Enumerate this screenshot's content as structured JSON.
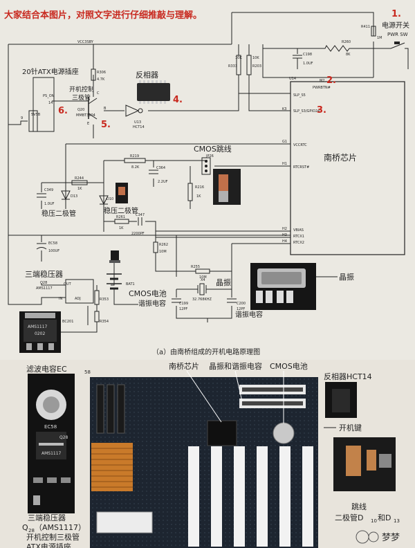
{
  "header": {
    "instruction": "大家结合本图片，对照文字进行仔细推敲与理解。"
  },
  "markers": {
    "m1": "1.",
    "m2": "2.",
    "m3": "3.",
    "m4": "4.",
    "m5": "5.",
    "m6": "6."
  },
  "schematic": {
    "power_switch_label": "电源开关",
    "pwr_sw": "PWR SW",
    "vcc": "VCC3SBY",
    "atx_label": "20针ATX电源插座",
    "ps_on": "PS_ON",
    "pin14": "14",
    "sb5v": "5VSB",
    "pin9": "9",
    "ctrl_transistor_l1": "开机控制",
    "ctrl_transistor_l2": "三极管",
    "q20": "Q20",
    "q20_part": "MMBT3904",
    "pin_b": "B",
    "pin_c": "C",
    "pin_e": "E",
    "inverter_label": "反相器",
    "u13": "U13",
    "u13_part": "HCT14",
    "r306": "R306",
    "r306_val": "4.7K",
    "r333": "R333",
    "r333_val": "10K",
    "r203": "R203",
    "r203_val": "10K",
    "c198": "C198",
    "c198_val": "1.0UF",
    "r260": "R260",
    "r260_val": "8K",
    "r411": "R411",
    "r411_val": "1M",
    "u14": "U14",
    "m2pin": "M2",
    "pwrbtn": "PWRBTN#",
    "slp_s5": "SLP_S5",
    "k3": "K3",
    "slp_s3": "SLP_S3/GPIO24",
    "g1": "G1",
    "vccrtc": "VCCRTC",
    "h1": "H1",
    "rtcrst": "RTCRST#",
    "southbridge": "南桥芯片",
    "cmos_jumper": "CMOS跳线",
    "jp26": "JP26",
    "r219": "R219",
    "r219_val": "8.2K",
    "c364": "C364",
    "c364_val": "2.2UF",
    "r216": "R216",
    "r216_val": "1K",
    "c349": "C349",
    "c349_val": "1.0UF",
    "r244": "R244",
    "r244_val": "1K",
    "d13": "D13",
    "d10": "D10",
    "zener1": "稳压二极管",
    "zener2": "稳压二极管",
    "r261": "R261",
    "r261_val": "1K",
    "c347": "C347",
    "c347_val": "2200PF",
    "ec58": "EC58",
    "ec58_val": "100UF",
    "vbias": "VBIAS",
    "h2": "H2",
    "rtcx1": "RTCX1",
    "rtcx2": "RTCX2",
    "h3": "H3",
    "h4": "H4",
    "r262": "R262",
    "r262_val": "10M",
    "r255": "R255",
    "r255_val": "10M",
    "crystal": "晶振",
    "x4": "X4",
    "x4_val": "32.768KHZ",
    "crystal_callout": "晶振",
    "regulator": "三端稳压器",
    "q28": "Q28",
    "q28_part": "AMS1117",
    "out": "OUT",
    "in": "IN",
    "adj": "ADJ",
    "r353": "R353",
    "r354": "R354",
    "bc201": "BC201",
    "bat1": "BAT1",
    "cmos_battery": "CMOS电池",
    "resonant_cap1": "谐振电容",
    "c199": "C199",
    "c199_val": "12PF",
    "c200": "C200",
    "c200_val": "12PF",
    "resonant_cap2": "谐振电容",
    "ams_chip_top": "AMS1117",
    "ams_chip_bottom": "0202",
    "caption": "（a）由南桥组成的开机电路原理图"
  },
  "photo": {
    "southbridge": "南桥芯片",
    "crystal_caps": "晶振和谐振电容",
    "cmos_battery": "CMOS电池",
    "inverter": "反相器HCT14",
    "filter_cap": "滤波电容EC",
    "filter_cap_sub": "58",
    "power_key": "开机键",
    "jumper": "跳线",
    "zener_pair": "二极管D",
    "zener_sub1": "10",
    "zener_and": "和D",
    "zener_sub2": "13",
    "regulator": "三端稳压器",
    "regulator_q": "Q",
    "regulator_q_sub": "28",
    "regulator_part": "（AMS1117）",
    "ctrl_transistor": "开机控制三极管",
    "cut_label": "ATX电源插座",
    "ec58_mark": "EC58",
    "q28_mark": "Q28",
    "ams_mark": "AMS1117",
    "watermark": "梦梦"
  }
}
